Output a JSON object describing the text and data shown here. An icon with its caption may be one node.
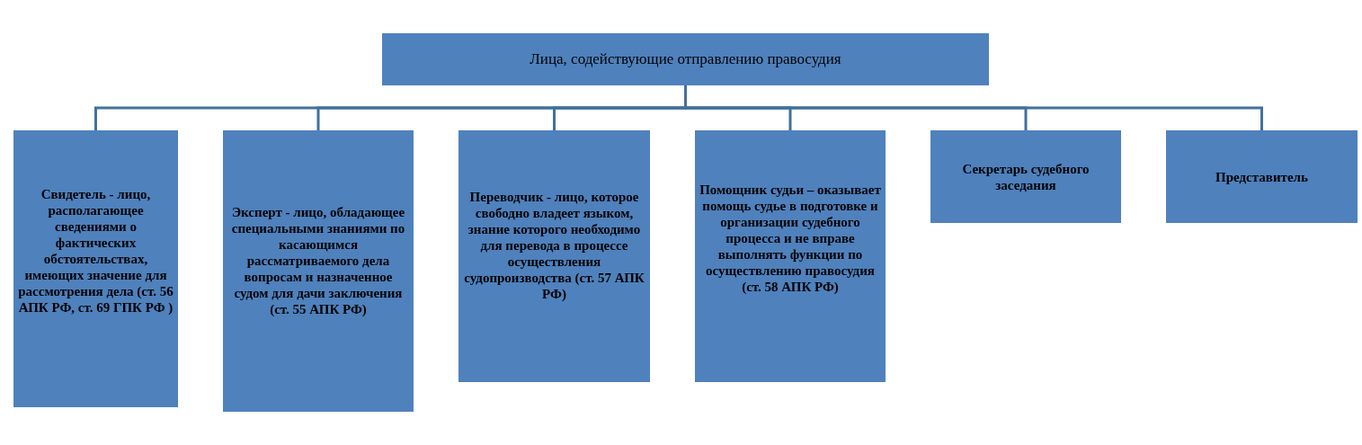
{
  "diagram": {
    "nodes": [
      {
        "text": [
          "Лица, содействующие отправлению правосудия"
        ]
      },
      {
        "text": [
          "Свидетель - лицо, располагающее сведениями о фактических обстоятельствах, имеющих значение для рассмотрения дела (ст. 56 АПК РФ, ст. 69 ГПК РФ )"
        ]
      },
      {
        "text": [
          "Эксперт -  лицо, обладающее специальными знаниями по касающимся рассматриваемого дела вопросам и назначенное судом для дачи заключения (ст. 55 АПК РФ)"
        ]
      },
      {
        "text": [
          "Переводчик -   лицо, которое свободно владеет языком, знание которого необходимо для перевода в процессе осуществления судопроизводства (ст. 57 АПК РФ)"
        ]
      },
      {
        "text": [
          "Помощник судьи – оказывает помощь судье в подготовке и организации судебного процесса и не вправе выполнять функции по осуществлению правосудия  (ст. 58 АПК РФ)"
        ]
      },
      {
        "text": [
          "Секретарь судебного заседания"
        ]
      },
      {
        "text": [
          "Представитель"
        ]
      }
    ],
    "edges": [
      {
        "from": 0,
        "to": 1,
        "arrow": "none"
      },
      {
        "from": 0,
        "to": 2,
        "arrow": "none"
      },
      {
        "from": 0,
        "to": 3,
        "arrow": "none"
      },
      {
        "from": 0,
        "to": 4,
        "arrow": "none"
      },
      {
        "from": 0,
        "to": 5,
        "arrow": "none"
      },
      {
        "from": 0,
        "to": 6,
        "arrow": "none"
      }
    ]
  }
}
